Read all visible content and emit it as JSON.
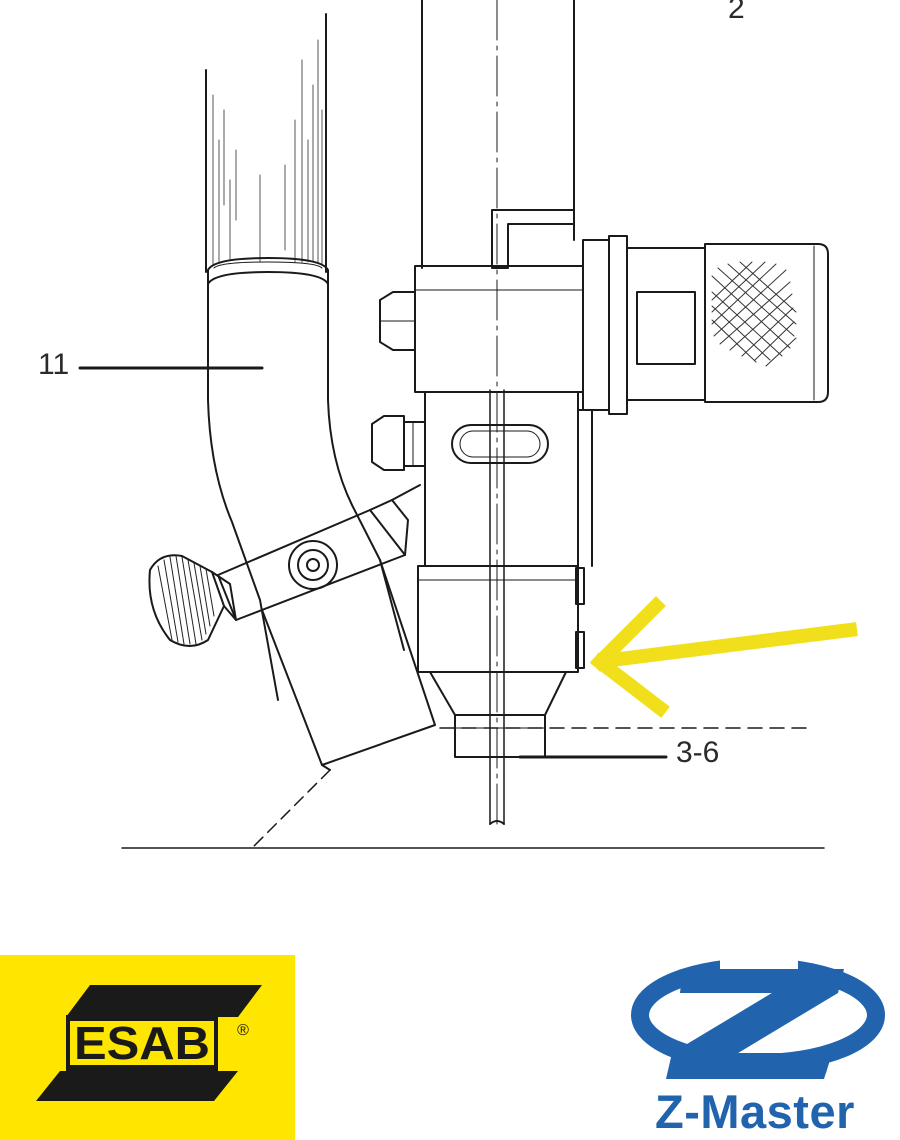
{
  "callouts": {
    "part_11": "11",
    "part_3_6": "3-6",
    "part_2": "2"
  },
  "logos": {
    "esab": {
      "text": "ESAB",
      "mark": "®",
      "background": "#ffe600",
      "ink": "#1a1a1a"
    },
    "zmaster": {
      "text": "Z-Master",
      "color": "#2164ad"
    }
  },
  "highlight": {
    "arrow_color": "#f2df1b",
    "direction": "left"
  }
}
